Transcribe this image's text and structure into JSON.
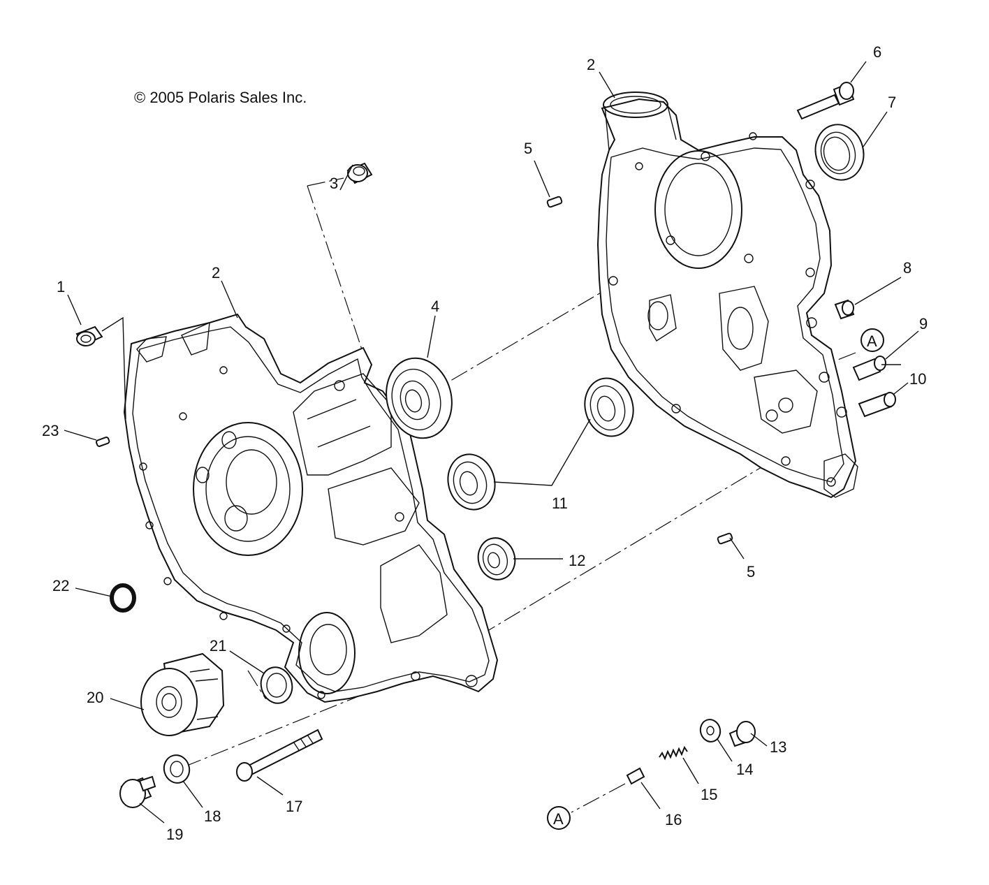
{
  "copyright": "© 2005 Polaris Sales Inc.",
  "callouts": {
    "c1": "1",
    "c2a": "2",
    "c2b": "2",
    "c3": "3",
    "c4": "4",
    "c5a": "5",
    "c5b": "5",
    "c6": "6",
    "c7": "7",
    "c8": "8",
    "c9": "9",
    "c10": "10",
    "c11": "11",
    "c12": "12",
    "c13": "13",
    "c14": "14",
    "c15": "15",
    "c16": "16",
    "c17": "17",
    "c18": "18",
    "c19": "19",
    "c20": "20",
    "c21": "21",
    "c22": "22",
    "c23": "23"
  },
  "reference_markers": {
    "a_upper": "A",
    "a_lower": "A"
  }
}
